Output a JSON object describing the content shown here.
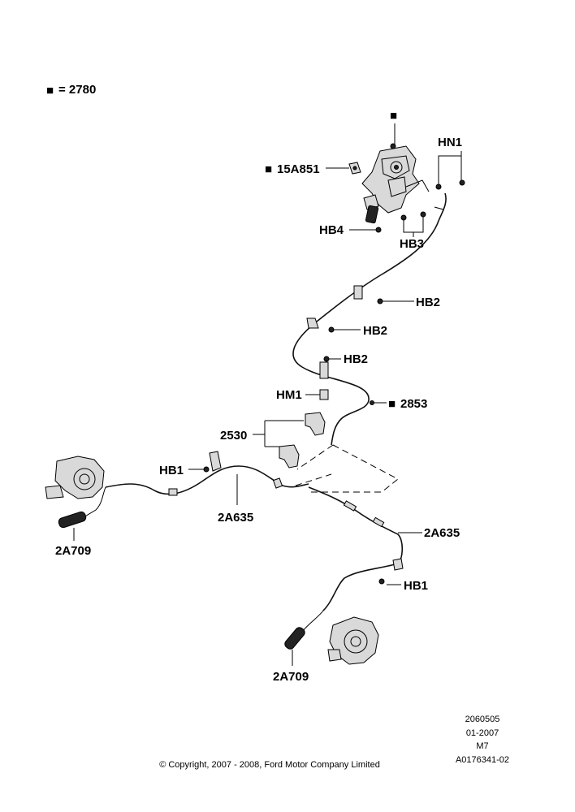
{
  "legend": {
    "marker": "■",
    "text": "= 2780"
  },
  "callouts": {
    "top_marker": "■",
    "marker_15A851": "■",
    "label_15A851": "15A851",
    "HN1": "HN1",
    "HB4": "HB4",
    "HB3": "HB3",
    "HB2_a": "HB2",
    "HB2_b": "HB2",
    "HB2_c": "HB2",
    "HM1": "HM1",
    "marker_2853": "■",
    "label_2853": "2853",
    "p2530": "2530",
    "HB1_left": "HB1",
    "p2A635_left": "2A635",
    "p2A709_left": "2A709",
    "p2A635_right": "2A635",
    "HB1_right": "HB1",
    "p2A709_bottom": "2A709"
  },
  "footer": {
    "code_1": "2060505",
    "code_2": "01-2007",
    "code_3": "M7",
    "code_4": "A0176341-02",
    "copyright": "© Copyright, 2007 - 2008, Ford Motor Company Limited"
  }
}
